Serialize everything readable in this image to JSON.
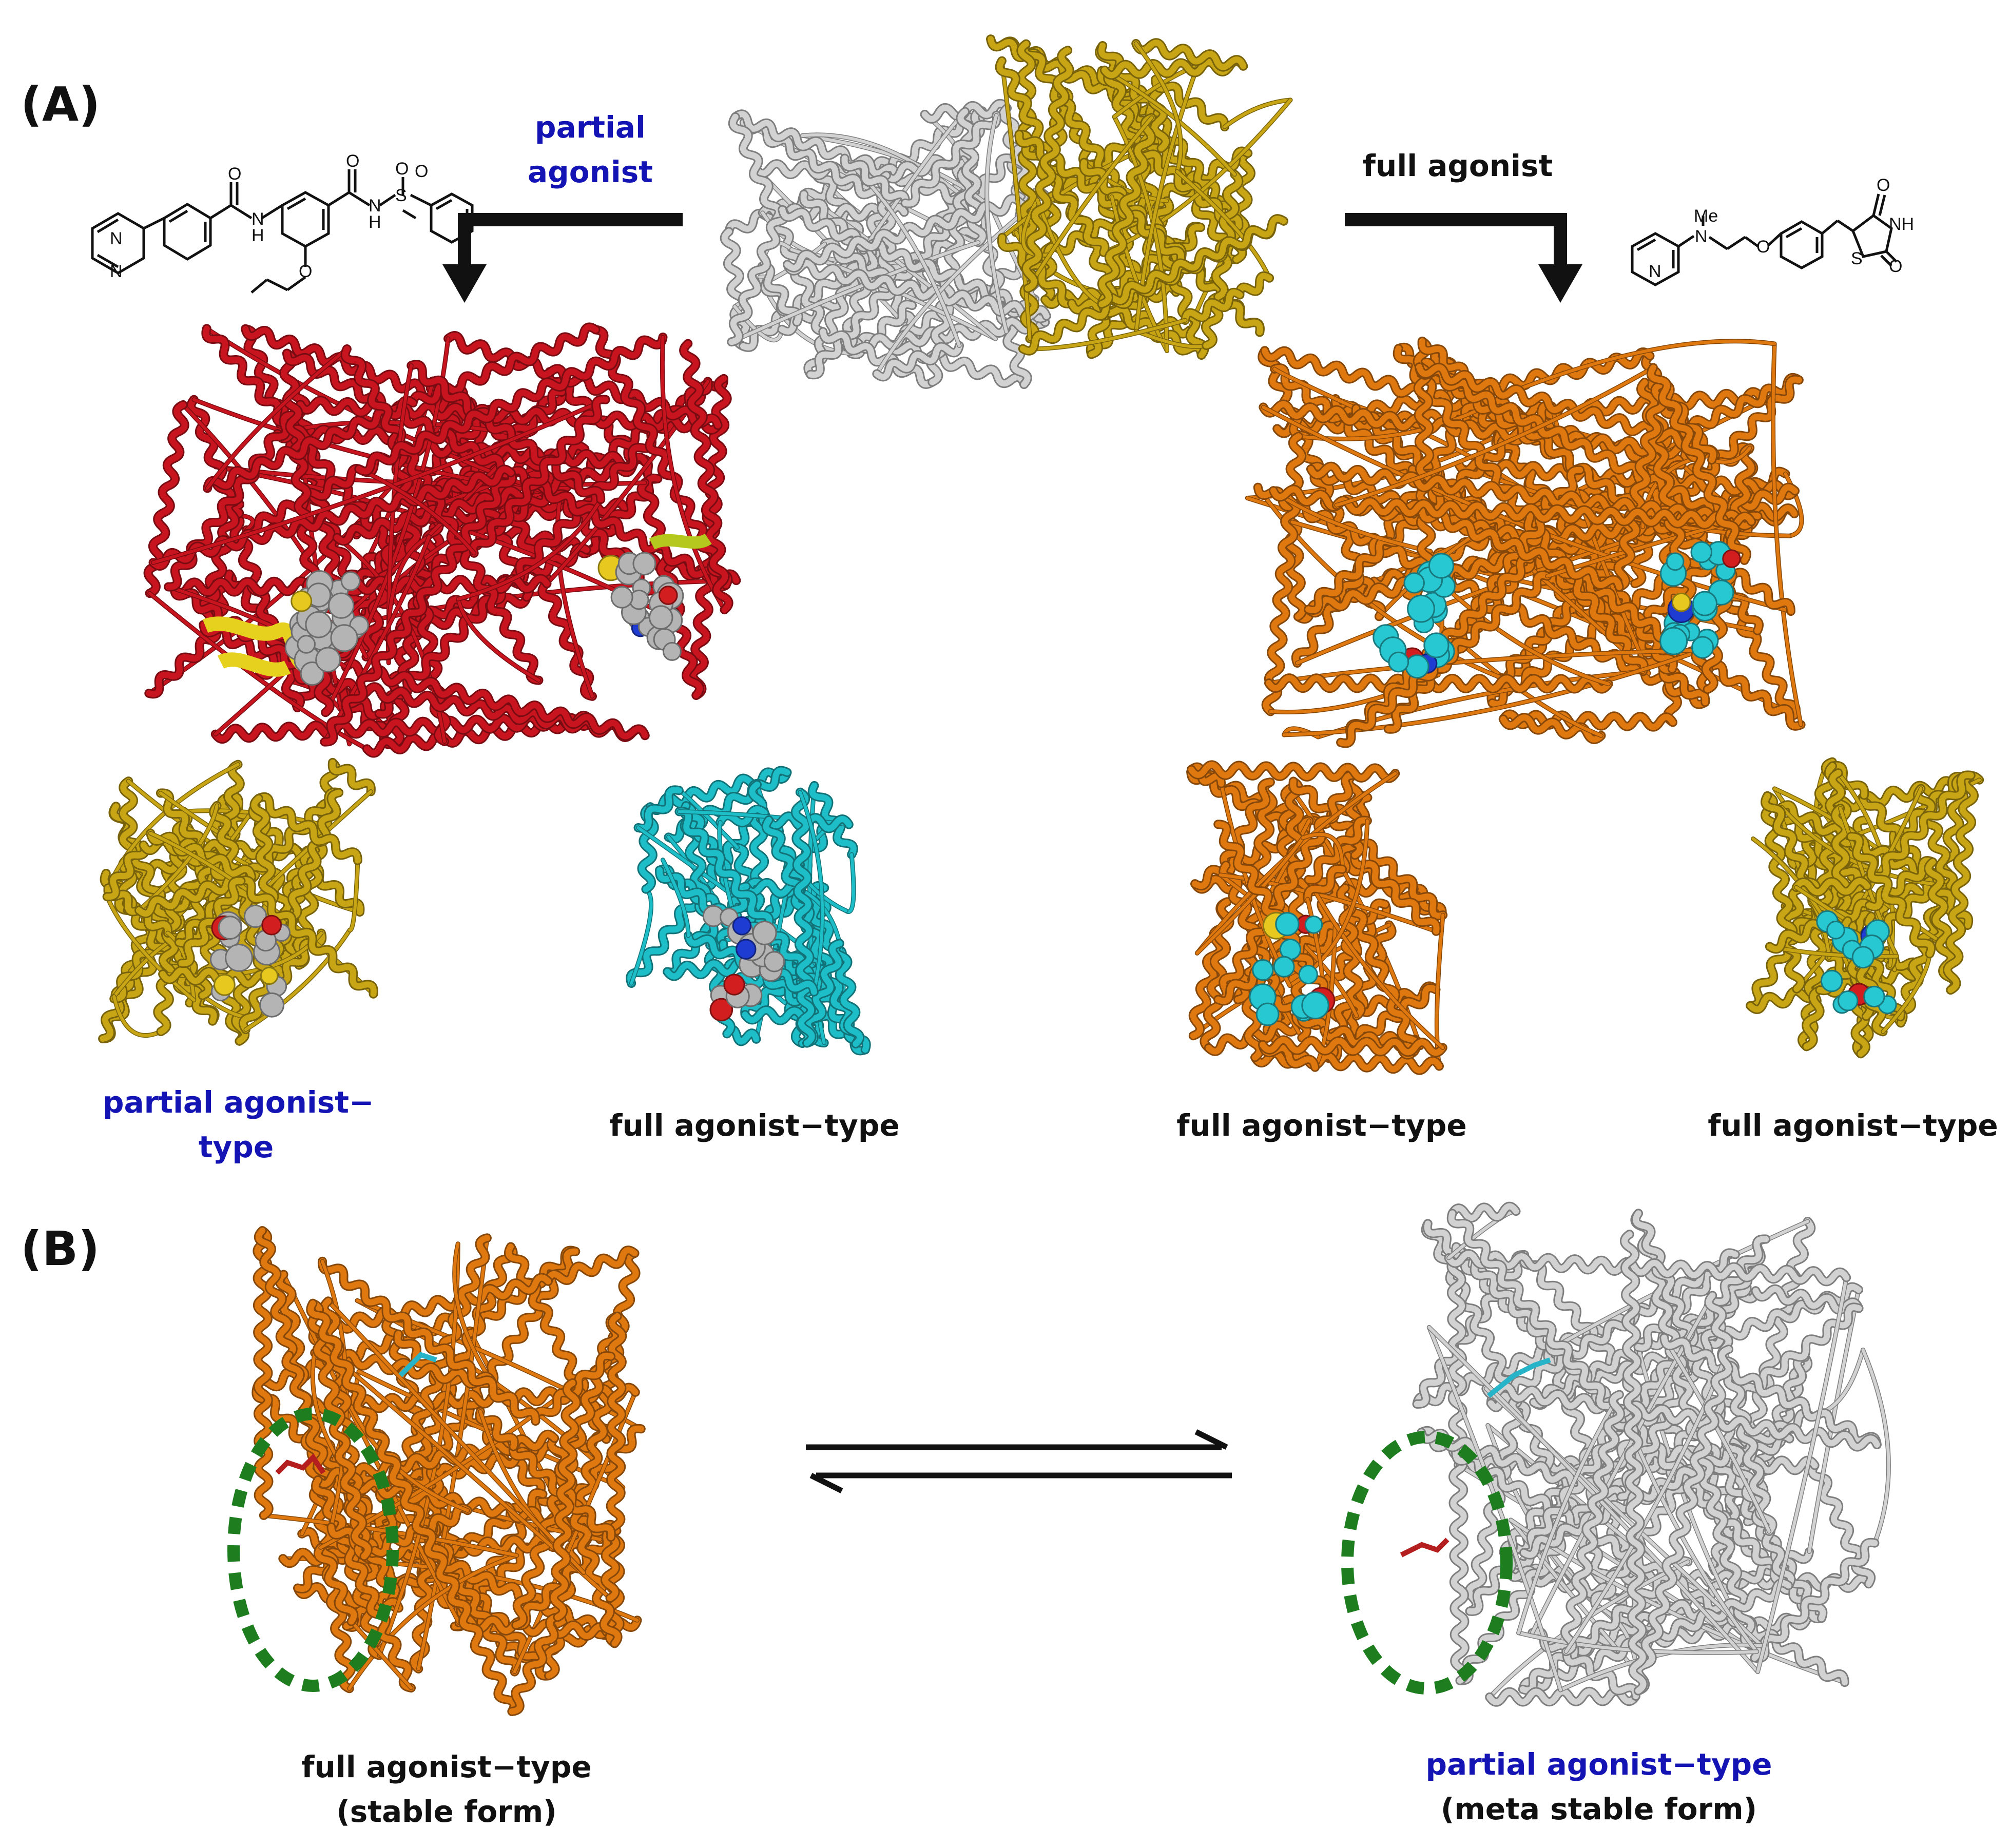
{
  "panels": {
    "a": "(A)",
    "b": "(B)"
  },
  "arrows": {
    "partial_line1": "partial",
    "partial_line2": "agonist",
    "full": "full agonist"
  },
  "labels": {
    "a1_line1": "partial agonist−",
    "a1_line2": "type",
    "a2": "full agonist−type",
    "a3": "full agonist−type",
    "a4": "full agonist−type",
    "b1_line1": "full agonist−type",
    "b1_line2": "(stable form)",
    "b2_line1": "partial agonist−type",
    "b2_line2": "(meta stable form)"
  },
  "chem_labels": {
    "n": "N",
    "o": "O",
    "h": "H",
    "s": "S",
    "nh": "NH",
    "me": "Me"
  },
  "colors": {
    "partial_text": "#1414b4",
    "red_protein": "#c8141e",
    "gold_protein": "#c8a514",
    "cyan_protein": "#1ebec8",
    "orange_protein": "#e07810",
    "white_protein": "#d2d2d2",
    "dashed_circle": "#1e7d1e",
    "ligand_cyan": "#28c8d2",
    "ligand_grey": "#b4b4b4"
  }
}
